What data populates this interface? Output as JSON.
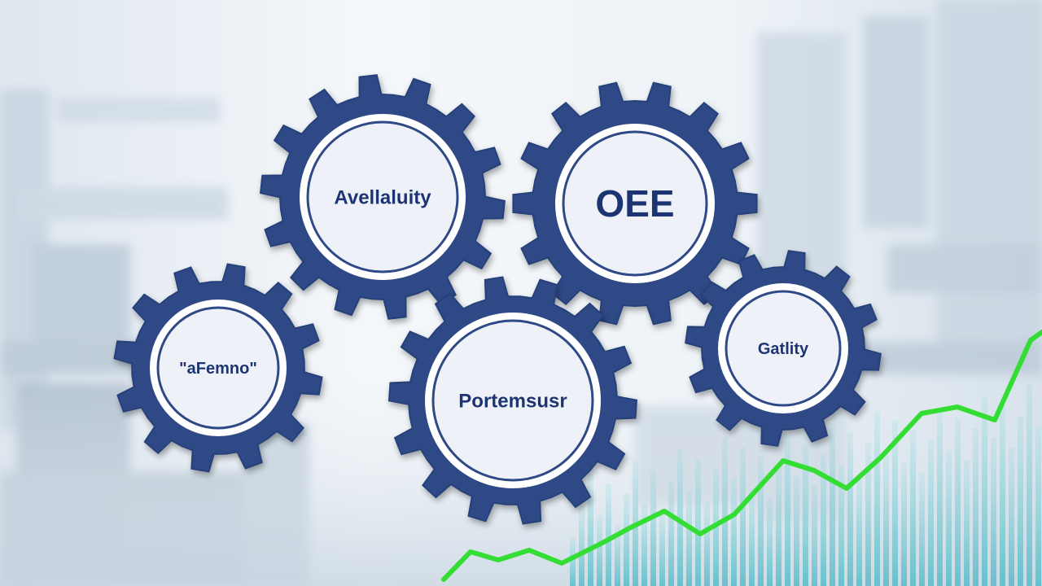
{
  "gears": [
    {
      "id": "availability",
      "label": "Avellaluity"
    },
    {
      "id": "oee",
      "label": "OEE"
    },
    {
      "id": "performance-left",
      "label": "\"aFemno\""
    },
    {
      "id": "performance-center",
      "label": "Portemsusr"
    },
    {
      "id": "quality",
      "label": "Gatlity"
    }
  ],
  "trend_line": {
    "color": "#33dd33",
    "direction": "upward"
  },
  "colors": {
    "gear_fill": "#2f4a86",
    "gear_ring": "#ffffff",
    "gear_face": "#eef2f8",
    "label_color": "#1f3572",
    "background_light": "#f3f6fa",
    "background_blur": "#b9c7d6",
    "bars_teal": "#4fc3c9"
  }
}
